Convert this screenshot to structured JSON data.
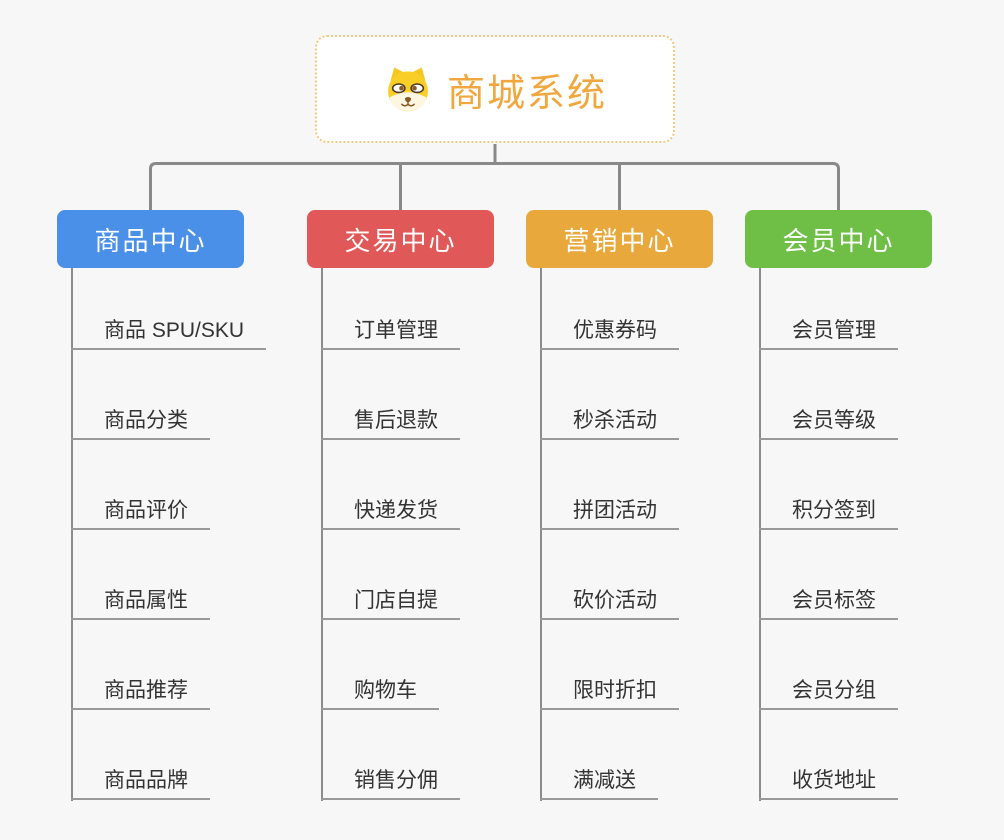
{
  "root": {
    "title": "商城系统",
    "icon": "dog-face-icon"
  },
  "colors": {
    "background": "#f7f7f7",
    "root_border": "#f3c87e",
    "root_title": "#f0a73e",
    "connector_gray": "#898989",
    "underline_gray": "#999999",
    "leaf_text": "#333333",
    "branch_blue": "#4b90e8",
    "branch_red": "#e05858",
    "branch_orange": "#e9a83c",
    "branch_green": "#6fbe45"
  },
  "branches": [
    {
      "label": "商品中心",
      "color": "#4b90e8",
      "items": [
        "商品 SPU/SKU",
        "商品分类",
        "商品评价",
        "商品属性",
        "商品推荐",
        "商品品牌"
      ]
    },
    {
      "label": "交易中心",
      "color": "#e05858",
      "items": [
        "订单管理",
        "售后退款",
        "快递发货",
        "门店自提",
        "购物车",
        "销售分佣"
      ]
    },
    {
      "label": "营销中心",
      "color": "#e9a83c",
      "items": [
        "优惠券码",
        "秒杀活动",
        "拼团活动",
        "砍价活动",
        "限时折扣",
        "满减送"
      ]
    },
    {
      "label": "会员中心",
      "color": "#6fbe45",
      "items": [
        "会员管理",
        "会员等级",
        "积分签到",
        "会员标签",
        "会员分组",
        "收货地址"
      ]
    }
  ]
}
